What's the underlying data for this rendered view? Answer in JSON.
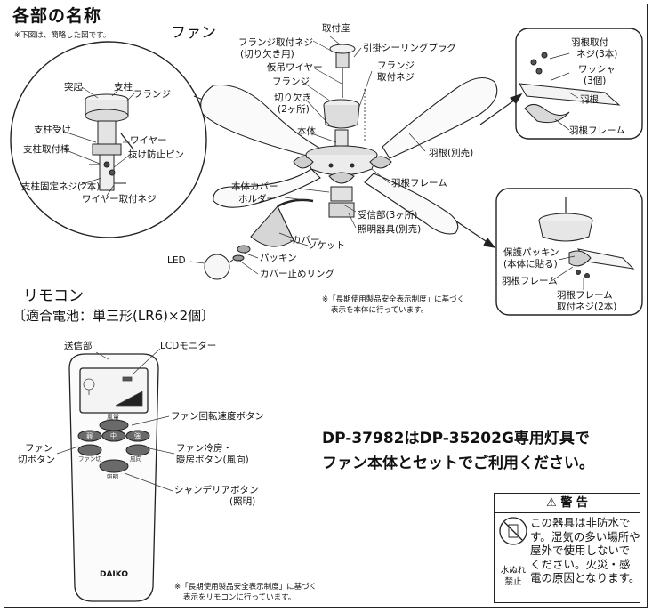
{
  "header": {
    "title": "各部の名称",
    "note": "※下図は、簡略した図です。"
  },
  "fan": {
    "section_label": "ファン",
    "labels": {
      "mount_base": "取付座",
      "flange_screw": "フランジ取付ネジ",
      "flange_screw_sub": "(切り欠き用)",
      "ceiling_plug": "引掛シーリングプラグ",
      "temp_wire": "仮吊ワイヤー",
      "flange": "フランジ",
      "flange_mount_screw": "フランジ",
      "flange_mount_screw_2": "取付ネジ",
      "notch": "切り欠き",
      "notch_count": "(2ヶ所)",
      "body": "本体",
      "blade": "羽根(別売)",
      "blade_frame": "羽根フレーム",
      "body_cover": "本体カバー",
      "holder": "ホルダー",
      "receiver": "受信部(3ヶ所)",
      "light_fixture": "照明器具(別売)",
      "cover": "カバー",
      "socket": "ソケット",
      "led": "LED",
      "packing": "パッキン",
      "cover_ring": "カバー止めリング"
    }
  },
  "detail_left": {
    "bump": "突起",
    "post": "支柱",
    "flange": "フランジ",
    "post_holder": "支柱受け",
    "wire": "ワイヤー",
    "post_rod": "支柱取付棒",
    "anti_pin": "抜け防止ピン",
    "post_screw": "支柱固定ネジ(2本)",
    "wire_screw": "ワイヤー取付ネジ"
  },
  "detail_right_top": {
    "blade_screw": "羽根取付",
    "blade_screw_2": "ネジ(3本)",
    "washer": "ワッシャ",
    "washer_count": "(3個)",
    "blade": "羽根",
    "blade_frame": "羽根フレーム"
  },
  "detail_right_mid": {
    "protect_packing": "保護パッキン",
    "protect_packing_sub": "(本体に貼る)",
    "blade_frame": "羽根フレーム",
    "frame_screw": "羽根フレーム",
    "frame_screw_2": "取付ネジ(2本)"
  },
  "safety_note_top": {
    "line1": "※「長期使用製品安全表示制度」に基づく",
    "line2": "表示を本体に行っています。"
  },
  "remote": {
    "section_label": "リモコン",
    "battery": "〔適合電池：単三形(LR6)×2個〕",
    "transmitter": "送信部",
    "lcd": "LCDモニター",
    "speed_button": "ファン回転速度ボタン",
    "fan_off": "ファン",
    "fan_off_2": "切ボタン",
    "cool_warm": "ファン冷房・",
    "cool_warm_2": "暖房ボタン(風向)",
    "chandelier": "シャンデリアボタン",
    "chandelier_2": "(照明)",
    "brand": "DAIKO",
    "btn_speed": "風量",
    "btn_low": "弱",
    "btn_mid": "中",
    "btn_high": "強",
    "btn_off": "ファン切",
    "btn_dir": "風向",
    "btn_light": "照明"
  },
  "safety_note_bottom": {
    "line1": "※「長期使用製品安全表示制度」に基づく",
    "line2": "表示をリモコンに行っています。"
  },
  "notice": {
    "line1": "DP-37982はDP-35202G専用灯具で",
    "line2": "ファン本体とセットでご利用ください。"
  },
  "warning": {
    "heading": "⚠ 警 告",
    "side1": "水ぬれ",
    "side2": "禁止",
    "text": "この器具は非防水です。湿気の多い場所や屋外で使用しないでください。火災・感電の原因となります。"
  }
}
